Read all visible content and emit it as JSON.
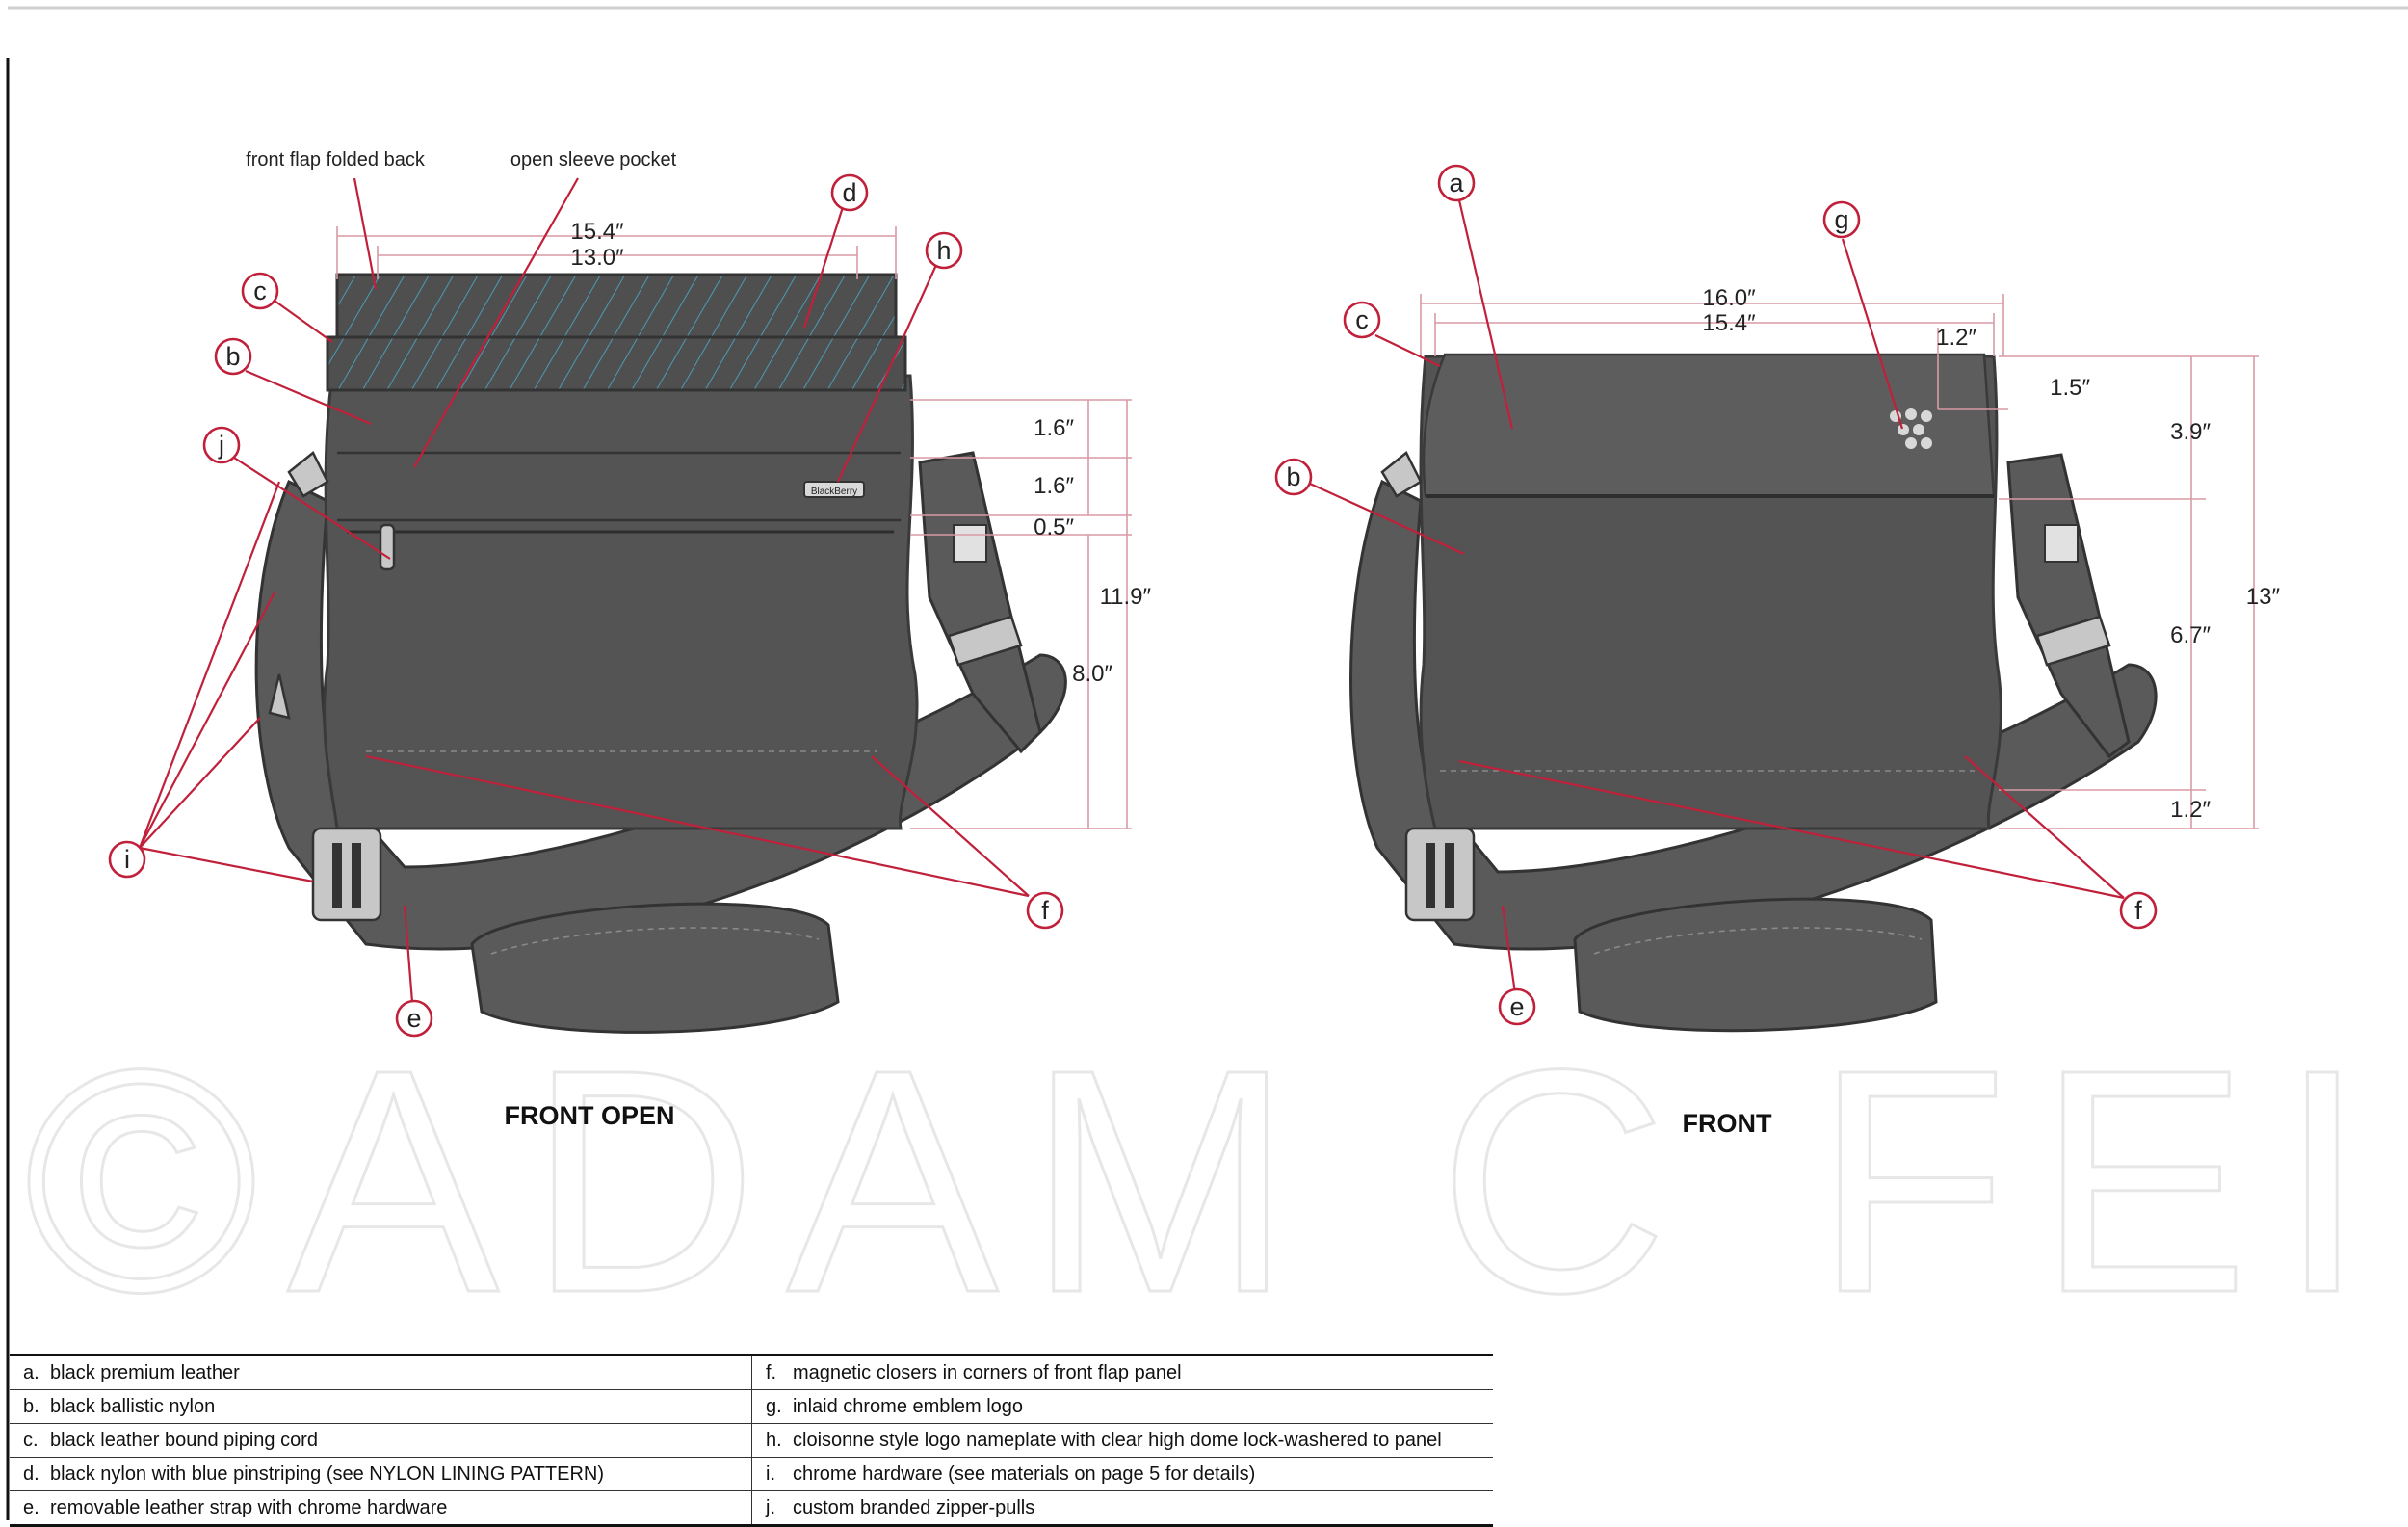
{
  "watermark": "©ADAM C FEIST",
  "views": {
    "left": {
      "title": "FRONT OPEN",
      "notes": {
        "flap": "front flap folded back",
        "sleeve": "open sleeve pocket"
      },
      "dims": {
        "outer_width": "15.4″",
        "inner_width": "13.0″",
        "d1": "1.6″",
        "d2": "1.6″",
        "d3": "0.5″",
        "height_total": "11.9″",
        "d4": "8.0″"
      },
      "nameplate": "BlackBerry"
    },
    "right": {
      "title": "FRONT",
      "dims": {
        "outer_width": "16.0″",
        "inner_width": "15.4″",
        "logo_offset_x": "1.2″",
        "logo_offset_y": "1.5″",
        "flap_height": "3.9″",
        "height_total": "13″",
        "mid": "6.7″",
        "bottom": "1.2″"
      }
    }
  },
  "callouts": {
    "a": "a",
    "b": "b",
    "c": "c",
    "d": "d",
    "e": "e",
    "f": "f",
    "g": "g",
    "h": "h",
    "i": "i",
    "j": "j"
  },
  "legend": {
    "left": [
      {
        "letter": "a.",
        "text": "black premium leather"
      },
      {
        "letter": "b.",
        "text": "black ballistic nylon"
      },
      {
        "letter": "c.",
        "text": "black leather bound piping cord"
      },
      {
        "letter": "d.",
        "text": "black nylon with blue pinstriping (see NYLON LINING PATTERN)"
      },
      {
        "letter": "e.",
        "text": "removable leather strap with chrome hardware"
      }
    ],
    "right": [
      {
        "letter": "f.",
        "text": "magnetic closers in corners of front flap panel"
      },
      {
        "letter": "g.",
        "text": "inlaid chrome emblem logo"
      },
      {
        "letter": "h.",
        "text": "cloisonne style logo nameplate with clear high dome lock-washered to panel"
      },
      {
        "letter": "i.",
        "text": "chrome hardware (see materials on page 5 for details)"
      },
      {
        "letter": "j.",
        "text": "custom branded zipper-pulls"
      }
    ]
  },
  "colors": {
    "callout": "#c0203a",
    "bag": "#545454",
    "lining_stripe": "#4a9bb5"
  }
}
